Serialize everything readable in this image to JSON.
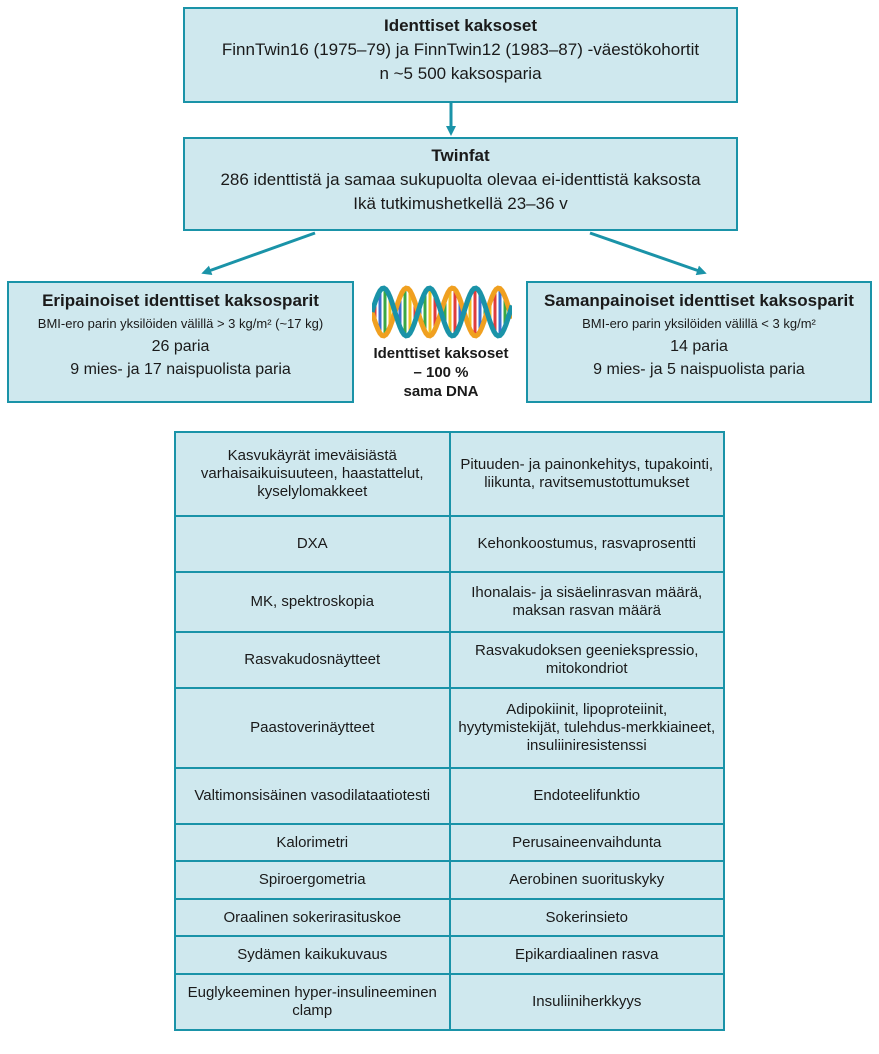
{
  "top_box": {
    "title": "Identtiset kaksoset",
    "line1": "FinnTwin16 (1975–79) ja FinnTwin12 (1983–87) -väestökohortit",
    "line2": "n ~5 500 kaksosparia"
  },
  "twinfat_box": {
    "title": "Twinfat",
    "line1": "286 identtistä ja samaa sukupuolta olevaa ei-identtistä kaksosta",
    "line2": "Ikä tutkimushetkellä 23–36 v"
  },
  "left_box": {
    "title": "Eripainoiset identtiset kaksosparit",
    "subtitle": "BMI-ero parin yksilöiden välillä > 3 kg/m² (~17 kg)",
    "line1": "26 paria",
    "line2": "9 mies- ja 17 naispuolista paria"
  },
  "right_box": {
    "title": "Samanpainoiset identtiset kaksosparit",
    "subtitle": "BMI-ero parin yksilöiden välillä < 3 kg/m²",
    "line1": "14 paria",
    "line2": "9 mies- ja 5 naispuolista paria"
  },
  "dna_label": {
    "line1": "Identtiset kaksoset",
    "line2": "– 100 %",
    "line3": "sama DNA"
  },
  "colors": {
    "box_fill": "#cfe8ee",
    "border": "#1a93a8"
  },
  "table": [
    [
      "Kasvukäyrät imeväisiästä varhaisaikuisuuteen, haastattelut, kyselylomakkeet",
      "Pituuden- ja painonkehitys, tupakointi, liikunta, ravitsemustottumukset"
    ],
    [
      "DXA",
      "Kehonkoostumus, rasvaprosentti"
    ],
    [
      "MK, spektroskopia",
      "Ihonalais- ja sisäelinrasvan määrä, maksan rasvan määrä"
    ],
    [
      "Rasvakudosnäytteet",
      "Rasvakudoksen geeniekspressio, mitokondriot"
    ],
    [
      "Paastoverinäytteet",
      "Adipokiinit, lipoproteiinit, hyytymistekijät, tulehdus-merkkiaineet, insuliiniresistenssi"
    ],
    [
      "Valtimonsisäinen vasodilataatiotesti",
      "Endoteelifunktio"
    ],
    [
      "Kalorimetri",
      "Perusaineenvaihdunta"
    ],
    [
      "Spiroergometria",
      "Aerobinen suorituskyky"
    ],
    [
      "Oraalinen sokerirasituskoe",
      "Sokerinsieto"
    ],
    [
      "Sydämen kaikukuvaus",
      "Epikardiaalinen rasva"
    ],
    [
      "Euglykeeminen hyper-insulineeminen clamp",
      "Insuliiniherkkyys"
    ]
  ]
}
